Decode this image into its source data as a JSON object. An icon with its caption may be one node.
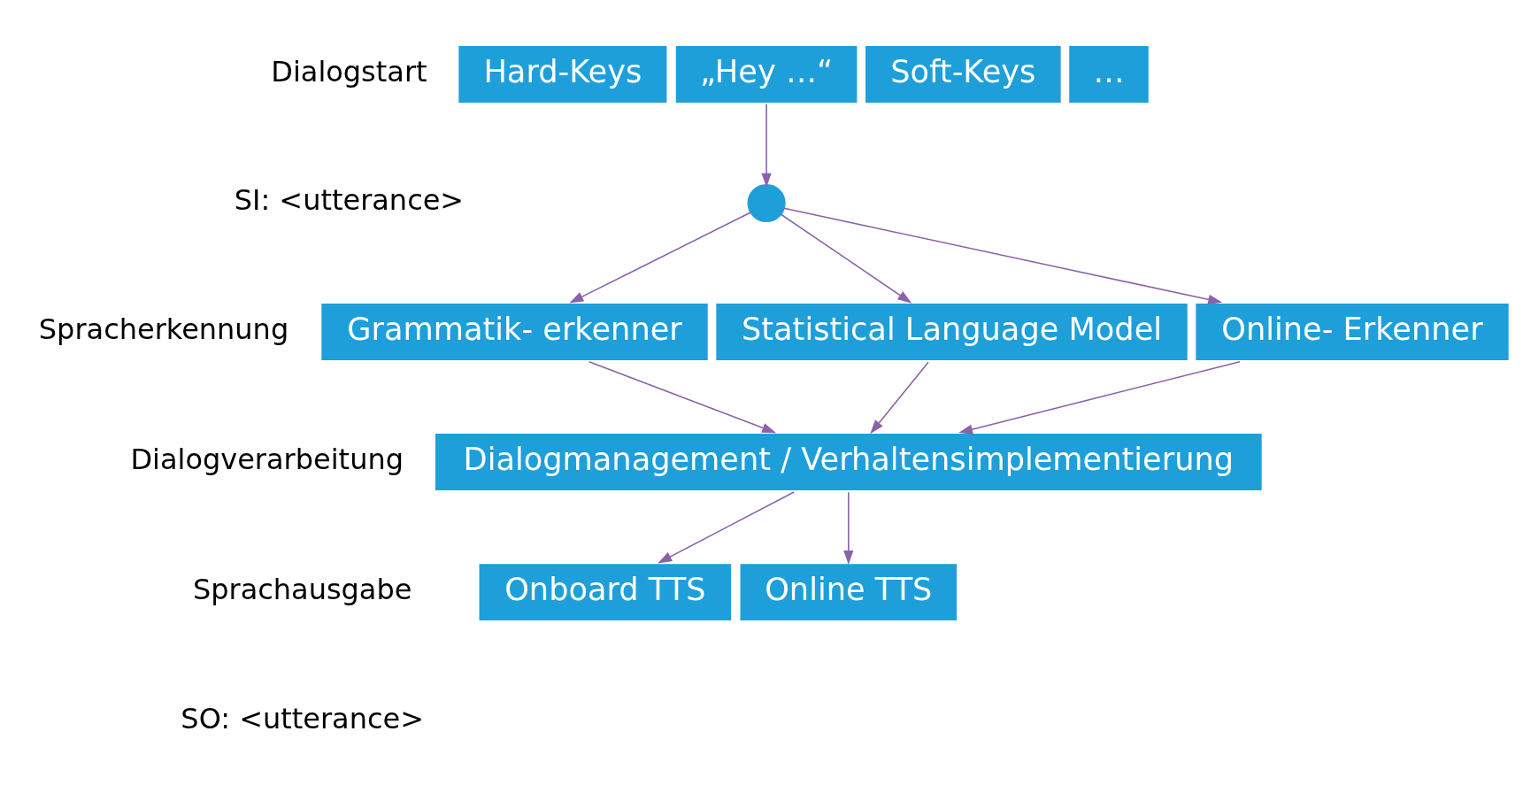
{
  "diagram": {
    "nodes": [
      {
        "text": [
          "Hard-Keys"
        ]
      },
      {
        "text": [
          "„Hey …“"
        ]
      },
      {
        "text": [
          "Soft-Keys"
        ]
      },
      {
        "text": [
          "…"
        ]
      },
      {
        "text": [],
        "shape": "circle"
      },
      {
        "text": [
          "Grammatik- erkenner"
        ]
      },
      {
        "text": [
          "Statistical Language Model"
        ]
      },
      {
        "text": [
          "Online- Erkenner"
        ]
      },
      {
        "text": [
          "Dialogmanagement / Verhaltensimplementierung"
        ]
      },
      {
        "text": [
          "Onboard TTS"
        ]
      },
      {
        "text": [
          "Online TTS"
        ]
      }
    ],
    "edges": [
      {
        "from": 1,
        "to": 4,
        "arrow": "to"
      },
      {
        "from": 4,
        "to": 5,
        "arrow": "to"
      },
      {
        "from": 4,
        "to": 6,
        "arrow": "to"
      },
      {
        "from": 4,
        "to": 7,
        "arrow": "to"
      },
      {
        "from": 5,
        "to": 8,
        "arrow": "to"
      },
      {
        "from": 6,
        "to": 8,
        "arrow": "to"
      },
      {
        "from": 7,
        "to": 8,
        "arrow": "to"
      },
      {
        "from": 8,
        "to": 9,
        "arrow": "to"
      },
      {
        "from": 8,
        "to": 10,
        "arrow": "to"
      }
    ],
    "labels": [
      "Dialogstart",
      "SI: <utterance>",
      "Spracherkennung",
      "Dialogverarbeitung",
      "Sprachausgabe",
      "SO: <utterance>"
    ]
  }
}
